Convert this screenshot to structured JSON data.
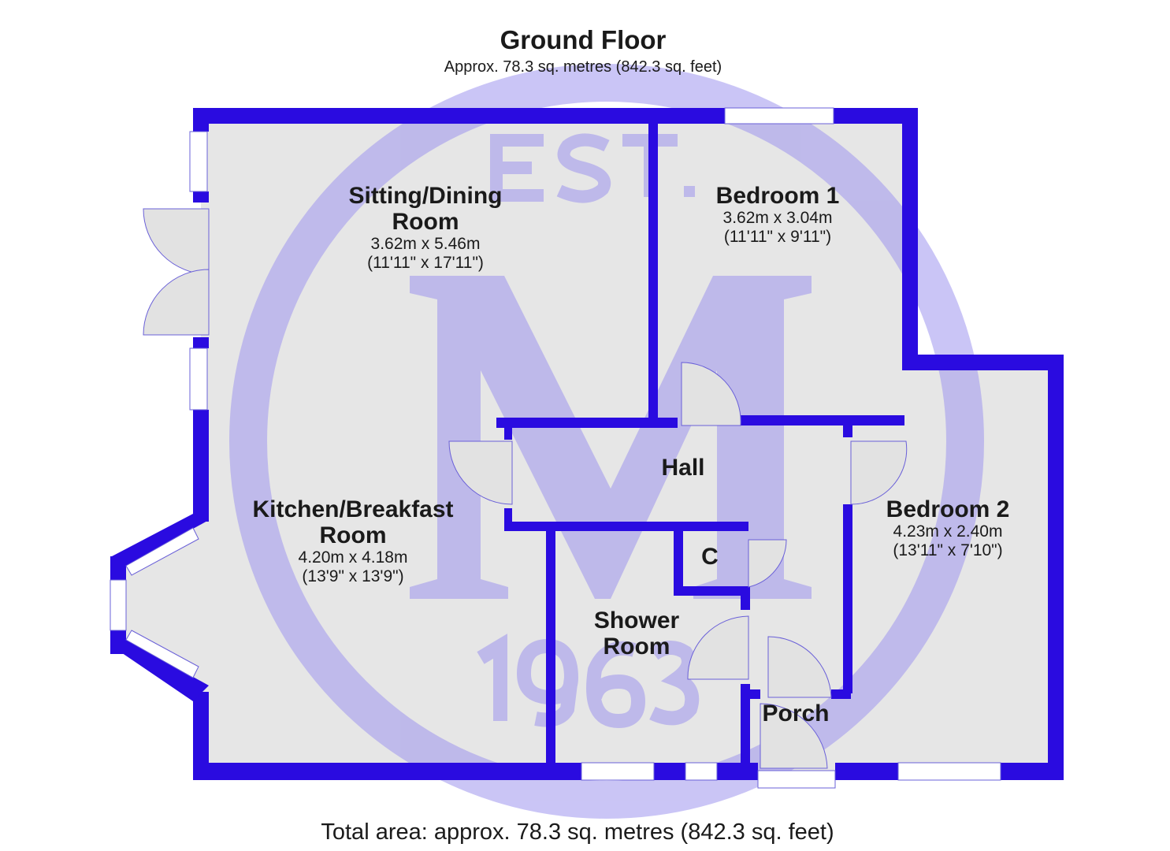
{
  "header": {
    "title": "Ground Floor",
    "subtitle": "Approx. 78.3 sq. metres (842.3 sq. feet)"
  },
  "footer": {
    "total": "Total area: approx. 78.3 sq. metres (842.3 sq. feet)"
  },
  "rooms": {
    "sitting": {
      "name1": "Sitting/Dining",
      "name2": "Room",
      "metric": "3.62m x 5.46m",
      "imperial": "(11'11\" x 17'11\")"
    },
    "bed1": {
      "name1": "Bedroom 1",
      "metric": "3.62m x 3.04m",
      "imperial": "(11'11\" x 9'11\")"
    },
    "kitchen": {
      "name1": "Kitchen/Breakfast",
      "name2": "Room",
      "metric": "4.20m x 4.18m",
      "imperial": "(13'9\" x 13'9\")"
    },
    "hall": {
      "name1": "Hall"
    },
    "bed2": {
      "name1": "Bedroom 2",
      "metric": "4.23m x 2.40m",
      "imperial": "(13'11\" x 7'10\")"
    },
    "cupboard": {
      "name1": "C"
    },
    "shower": {
      "name1": "Shower",
      "name2": "Room"
    },
    "porch": {
      "name1": "Porch"
    }
  },
  "watermark": {
    "top": "EST.",
    "letter": "M",
    "year": "1963"
  },
  "colors": {
    "wall": "#2a0be0",
    "floor": "#e6e6e6",
    "watermark": "#b9b3ee"
  }
}
